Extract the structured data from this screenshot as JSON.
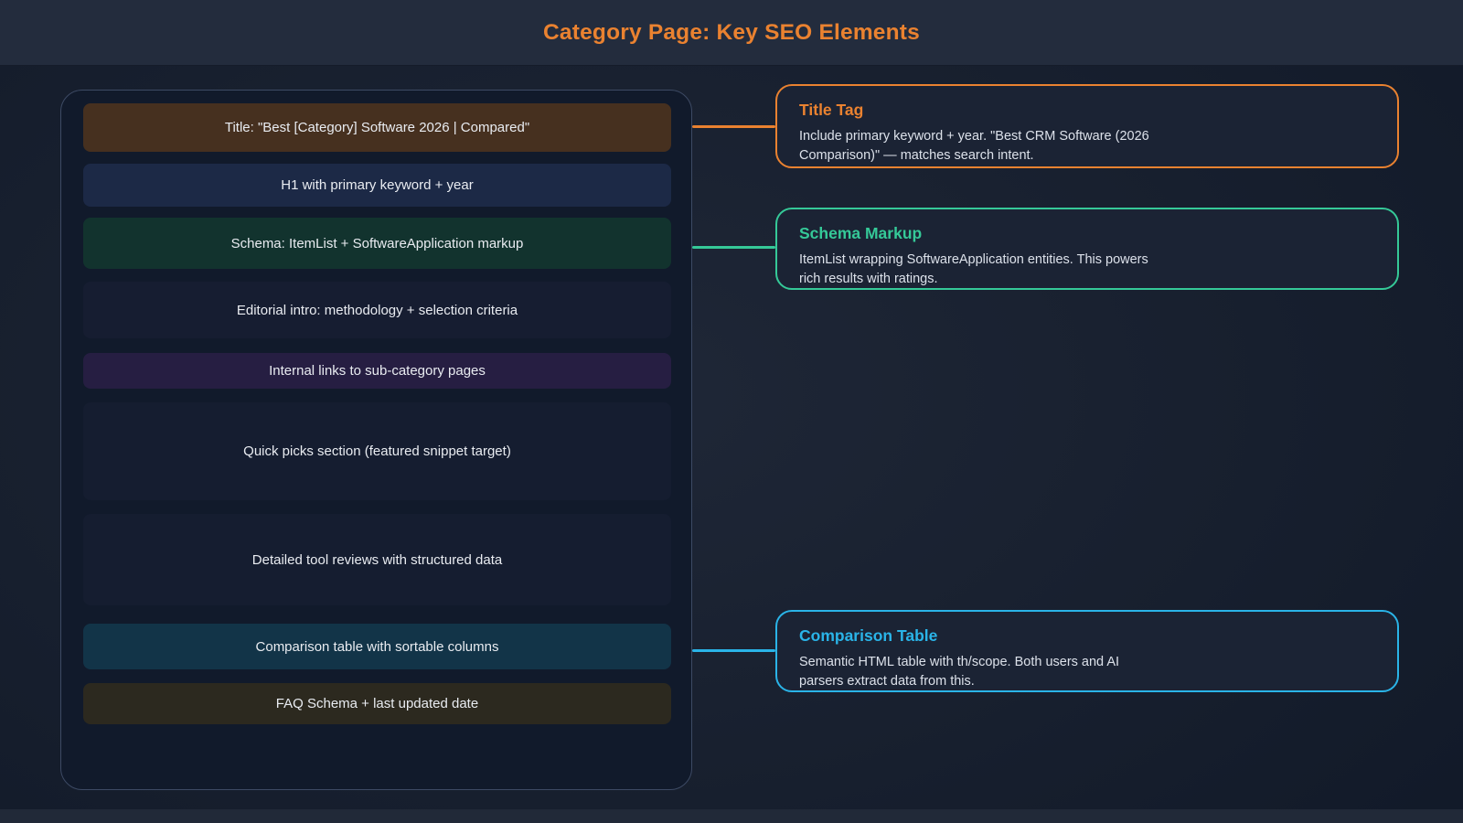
{
  "header": {
    "title": "Category Page: Key SEO Elements"
  },
  "colors": {
    "accent_orange": "#ea8230",
    "accent_green": "#35c998",
    "accent_cyan": "#2ab4e8",
    "header_bg": "#232c3d",
    "panel_bg": "#111a2b",
    "callout_bg": "#1b2334"
  },
  "wireframe": {
    "rows": [
      {
        "id": "title-tag",
        "label": "Title: \"Best [Category] Software 2026 | Compared\"",
        "color": "#46301f"
      },
      {
        "id": "h1",
        "label": "H1 with primary keyword + year",
        "color": "#1c2946"
      },
      {
        "id": "schema",
        "label": "Schema: ItemList + SoftwareApplication markup",
        "color": "#12332e"
      },
      {
        "id": "editorial-intro",
        "label": "Editorial intro: methodology + selection criteria",
        "color": "#161d31"
      },
      {
        "id": "internal-links",
        "label": "Internal links to sub-category pages",
        "color": "#261e42"
      },
      {
        "id": "quick-picks",
        "label": "Quick picks section (featured snippet target)",
        "color": "#151d30"
      },
      {
        "id": "tool-reviews",
        "label": "Detailed tool reviews with structured data",
        "color": "#151d30"
      },
      {
        "id": "comparison-table",
        "label": "Comparison table with sortable columns",
        "color": "#123448"
      },
      {
        "id": "faq-schema",
        "label": "FAQ Schema + last updated date",
        "color": "#2c291f"
      }
    ]
  },
  "callouts": [
    {
      "id": "title-tag",
      "heading": "Title Tag",
      "body": "Include primary keyword + year. \"Best CRM Software (2026 Comparison)\" — matches search intent.",
      "accent": "#ea8230"
    },
    {
      "id": "schema-markup",
      "heading": "Schema Markup",
      "body": "ItemList wrapping SoftwareApplication entities. This powers rich results with ratings.",
      "accent": "#35c998"
    },
    {
      "id": "comparison-table",
      "heading": "Comparison Table",
      "body": "Semantic HTML table with th/scope. Both users and AI parsers extract data from this.",
      "accent": "#2ab4e8"
    }
  ]
}
